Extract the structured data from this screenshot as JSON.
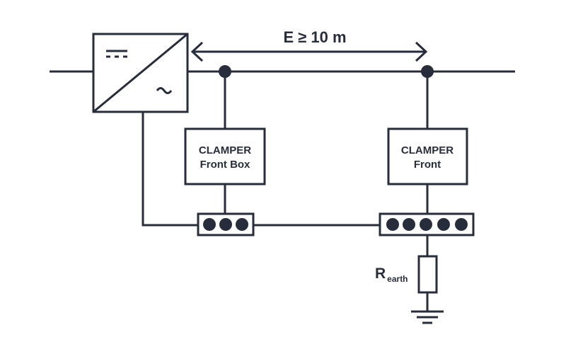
{
  "diagram": {
    "distance_label": "E ≥ 10 m",
    "inverter": {
      "dc_symbol": "===",
      "ac_symbol": "~"
    },
    "clamper_front_box": {
      "line1": "CLAMPER",
      "line2": "Front Box"
    },
    "clamper_front": {
      "line1": "CLAMPER",
      "line2": "Front"
    },
    "resistor": {
      "main": "R",
      "sub": "earth"
    },
    "terminal_small_count": 3,
    "terminal_large_count": 5
  },
  "colors": {
    "stroke": "#272d3a",
    "background": "#ffffff"
  }
}
